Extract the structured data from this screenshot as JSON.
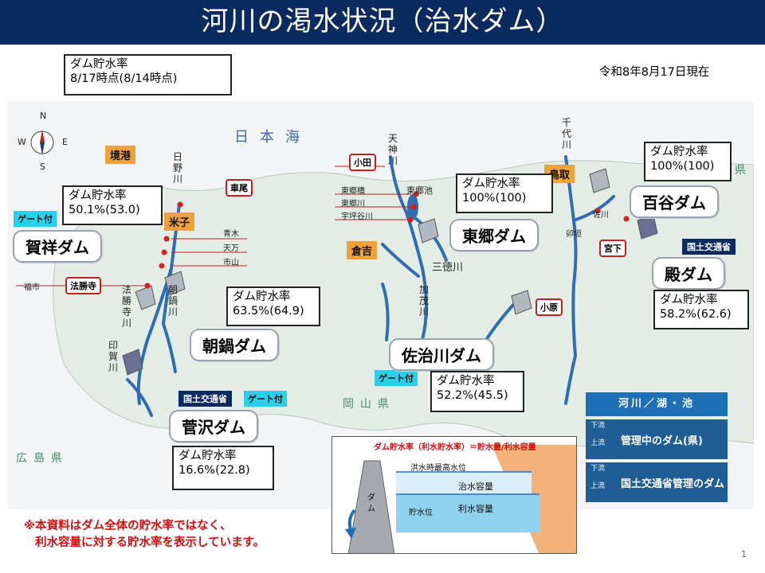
{
  "title": "河川の渇水状況（治水ダム）",
  "as_of": "令和8年8月17日現在",
  "header_box": {
    "line1": "ダム貯水率",
    "line2": "8/17時点(8/14時点)"
  },
  "map": {
    "sea": "日本海",
    "compass": {
      "n": "N",
      "s": "S",
      "e": "E",
      "w": "W"
    },
    "prefs": {
      "okayama": "岡山県",
      "hiroshima": "広島県",
      "hyogo": "県"
    },
    "cities": {
      "sakaiminato": "境港",
      "yonago": "米子",
      "kurayoshi": "倉吉",
      "tottori": "鳥取"
    },
    "rivers": {
      "hino": "日野川",
      "tenjin": "天神川",
      "sendai": "千代川",
      "mitoku": "三徳川",
      "kamo": "加茂川",
      "hosshoji": "法勝寺川",
      "asanabe": "朝鍋川",
      "inga": "印賀川",
      "shimoike": "東郷池",
      "sasa": "佐川",
      "uhaki": "卯垣"
    },
    "stations": {
      "kurumao": "車尾",
      "hosshoji": "法勝寺",
      "oda": "小田",
      "kohara": "小原",
      "miyashita": "宮下",
      "fukuichi": "福市",
      "aoki": "青木",
      "tenman": "天万",
      "ichiyama": "市山",
      "togobashi": "東郷橋",
      "togogawa": "東郷川",
      "ubagawa": "宇坪谷川"
    },
    "tags": {
      "gate": "ゲート付",
      "mlit": "国土交通省"
    }
  },
  "dams": [
    {
      "name": "賀祥ダム",
      "label": "ダム貯水率",
      "rate": "50.1%(53.0)"
    },
    {
      "name": "朝鍋ダム",
      "label": "ダム貯水率",
      "rate": "63.5%(64.9)"
    },
    {
      "name": "菅沢ダム",
      "label": "ダム貯水率",
      "rate": "16.6%(22.8)"
    },
    {
      "name": "東郷ダム",
      "label": "ダム貯水率",
      "rate": "100%(100)"
    },
    {
      "name": "佐治川ダム",
      "label": "ダム貯水率",
      "rate": "52.2%(45.5)"
    },
    {
      "name": "百谷ダム",
      "label": "ダム貯水率",
      "rate": "100%(100)"
    },
    {
      "name": "殿ダム",
      "label": "ダム貯水率",
      "rate": "58.2%(62.6)"
    }
  ],
  "legend": {
    "river": "河川／湖・池",
    "pref_dam": "管理中のダム(県)",
    "mlit_dam": "国土交通省管理のダム",
    "down": "下流",
    "up": "上流"
  },
  "diagram": {
    "formula": "ダム貯水率（利水貯水率）＝貯水量/利水容量",
    "flood_max": "洪水時最高水位",
    "flood_cap": "治水容量",
    "normal": "貯水位",
    "use_cap": "利水容量",
    "dam": "ダム"
  },
  "note": {
    "line1": "※本資料はダム全体の貯水率ではなく、",
    "line2": "利水容量に対する貯水率を表示しています。"
  },
  "page": "1"
}
